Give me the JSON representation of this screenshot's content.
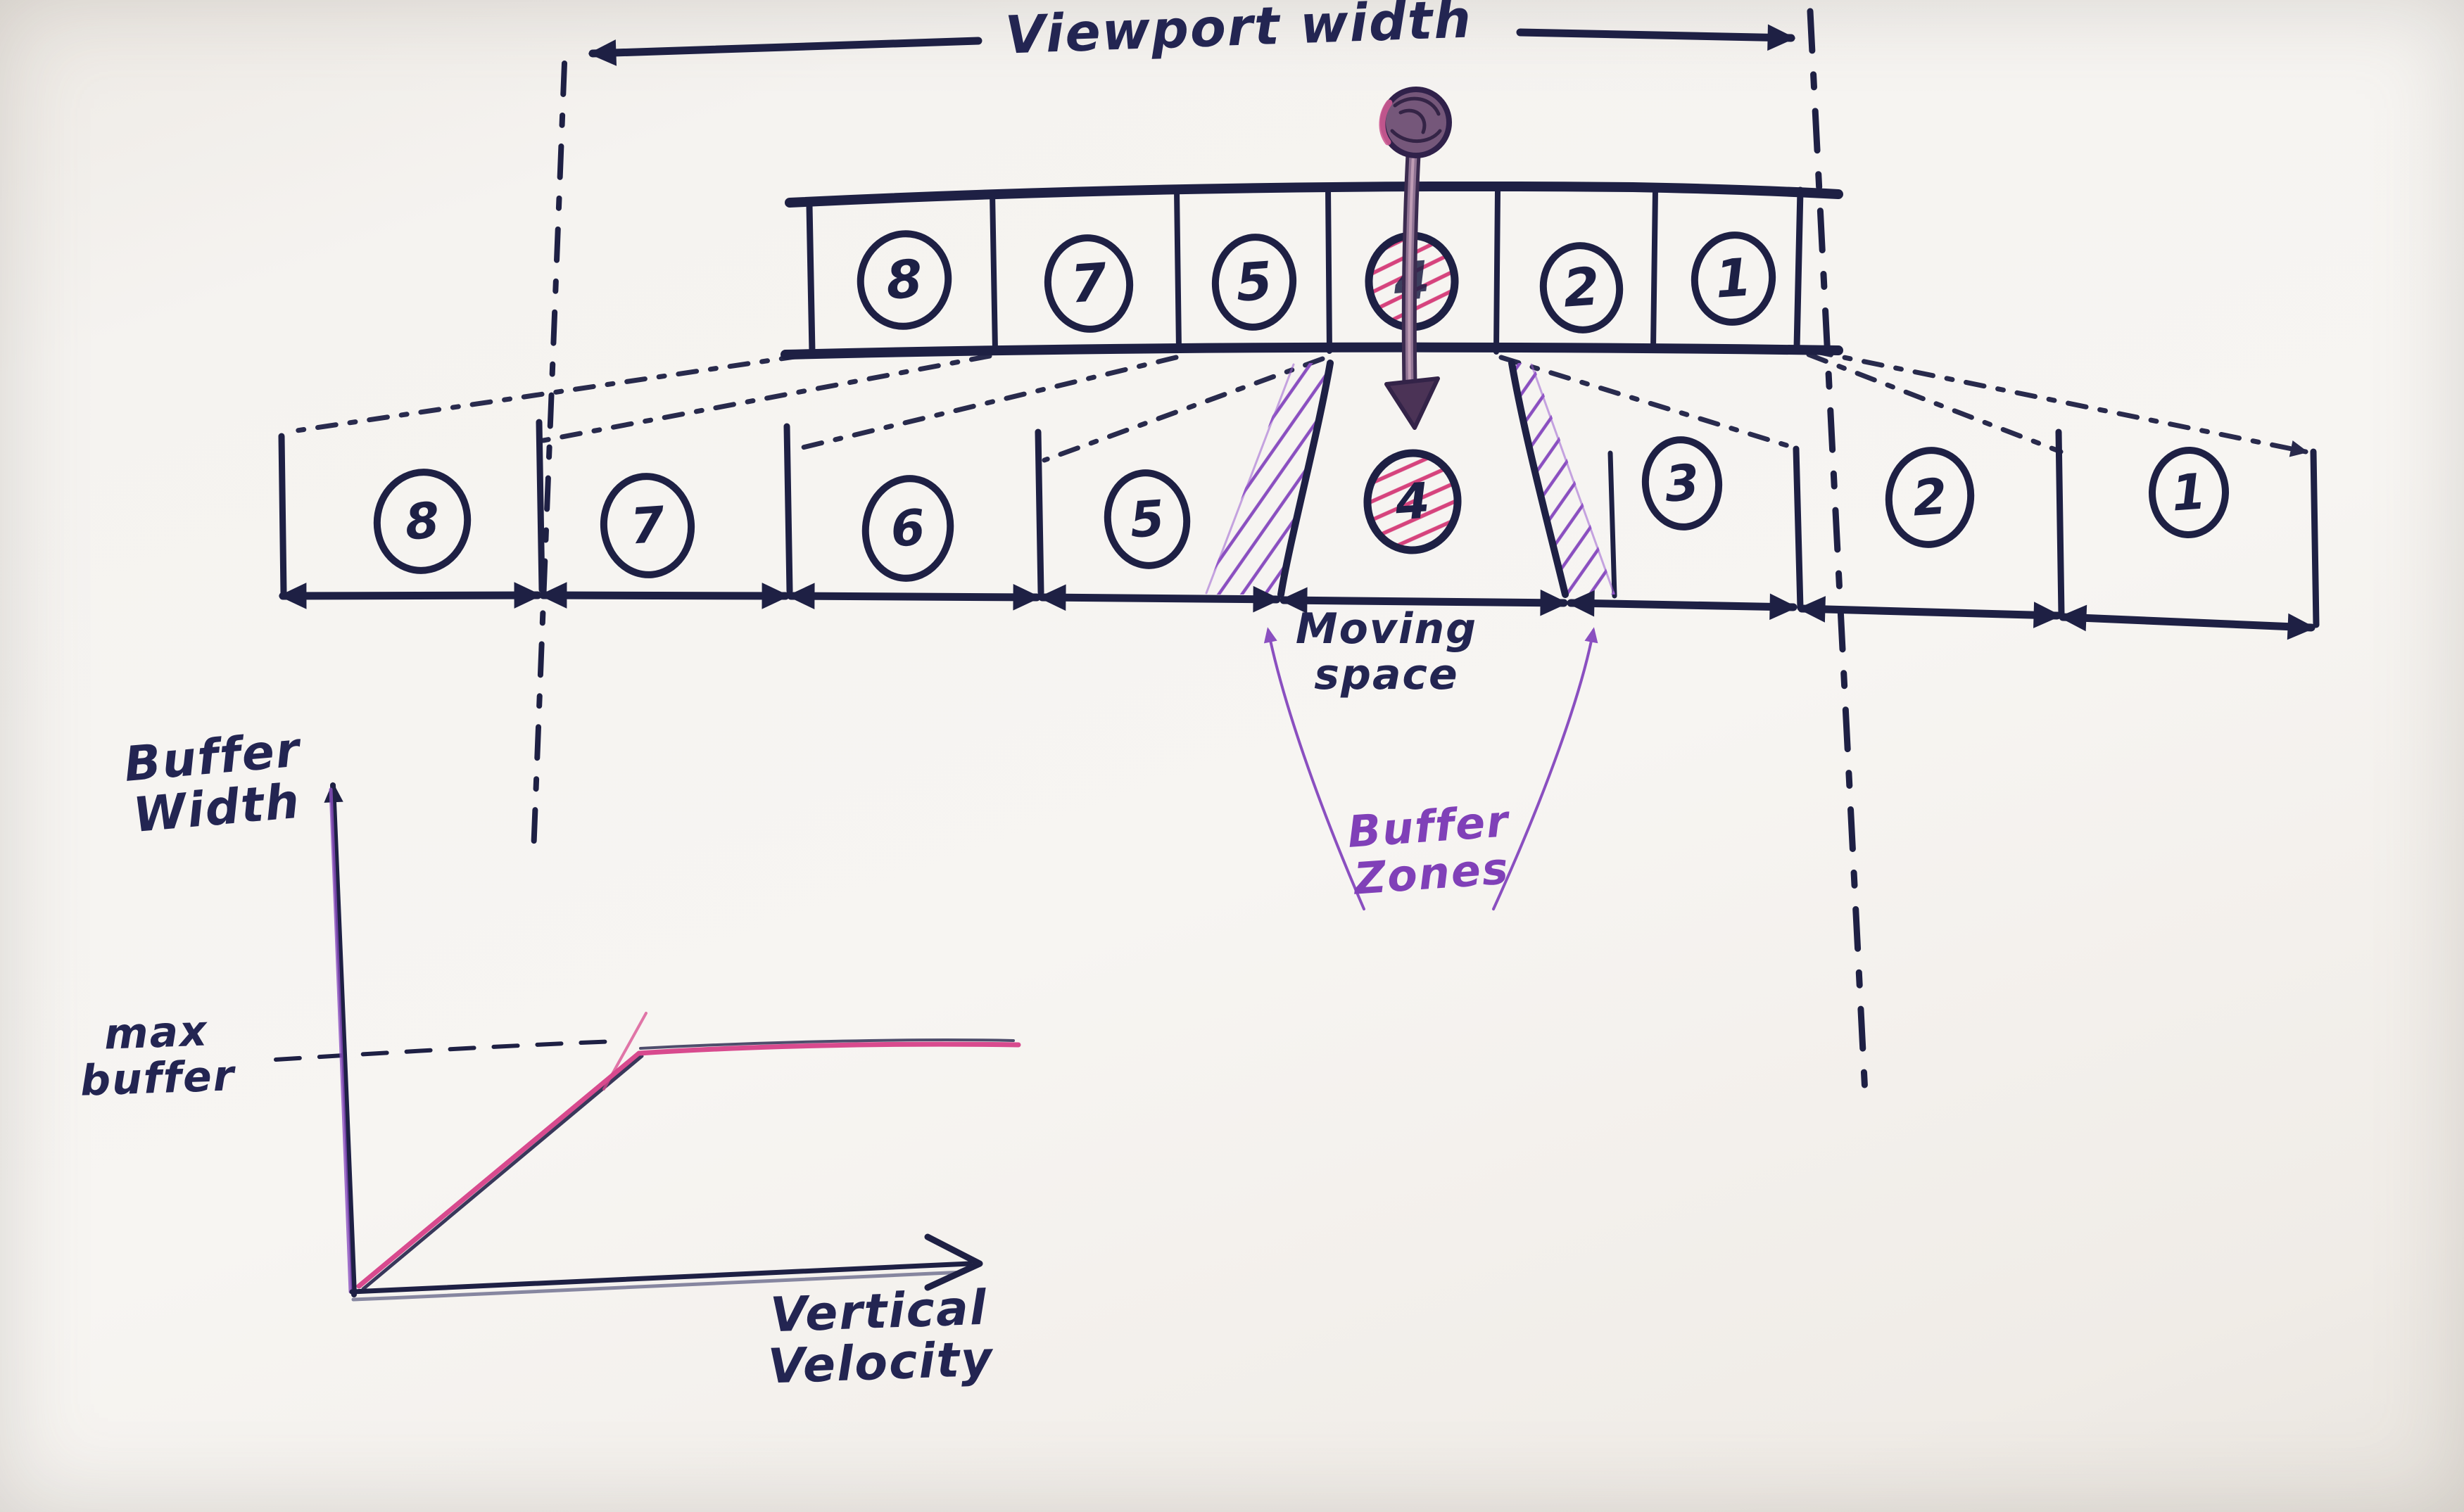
{
  "labels": {
    "viewport_width": "Viewport width",
    "moving_space": "Moving\nspace",
    "buffer_zones": "Buffer\nZones",
    "buffer_width": "Buffer\nWidth",
    "max_buffer": "max\nbuffer",
    "vertical_velocity": "Vertical\nVelocity"
  },
  "top_row": {
    "cells": [
      "8",
      "7",
      "5",
      "4",
      "2",
      "1"
    ],
    "highlighted_cell": "4"
  },
  "bottom_row": {
    "cells": [
      "8",
      "7",
      "6",
      "5",
      "4",
      "3",
      "2",
      "1"
    ],
    "highlighted_cell": "4"
  },
  "icons": {
    "pin": "scroll-position-pin-icon"
  },
  "colors": {
    "ink": "#1e2044",
    "pink_highlight": "#d6437d",
    "purple": "#8a4fc0",
    "paper": "#f4f2ee"
  },
  "chart_data": {
    "type": "line",
    "title": "",
    "xlabel": "Vertical Velocity",
    "ylabel": "Buffer Width",
    "series": [
      {
        "name": "buffer width",
        "points": [
          [
            0,
            0
          ],
          [
            0.45,
            1
          ],
          [
            1,
            1
          ]
        ]
      }
    ],
    "annotations": [
      "max buffer"
    ],
    "ylim": [
      0,
      1.4
    ],
    "grid": false,
    "legend": false,
    "notes": "Buffer width grows linearly with vertical velocity until it reaches max buffer, then stays constant"
  }
}
